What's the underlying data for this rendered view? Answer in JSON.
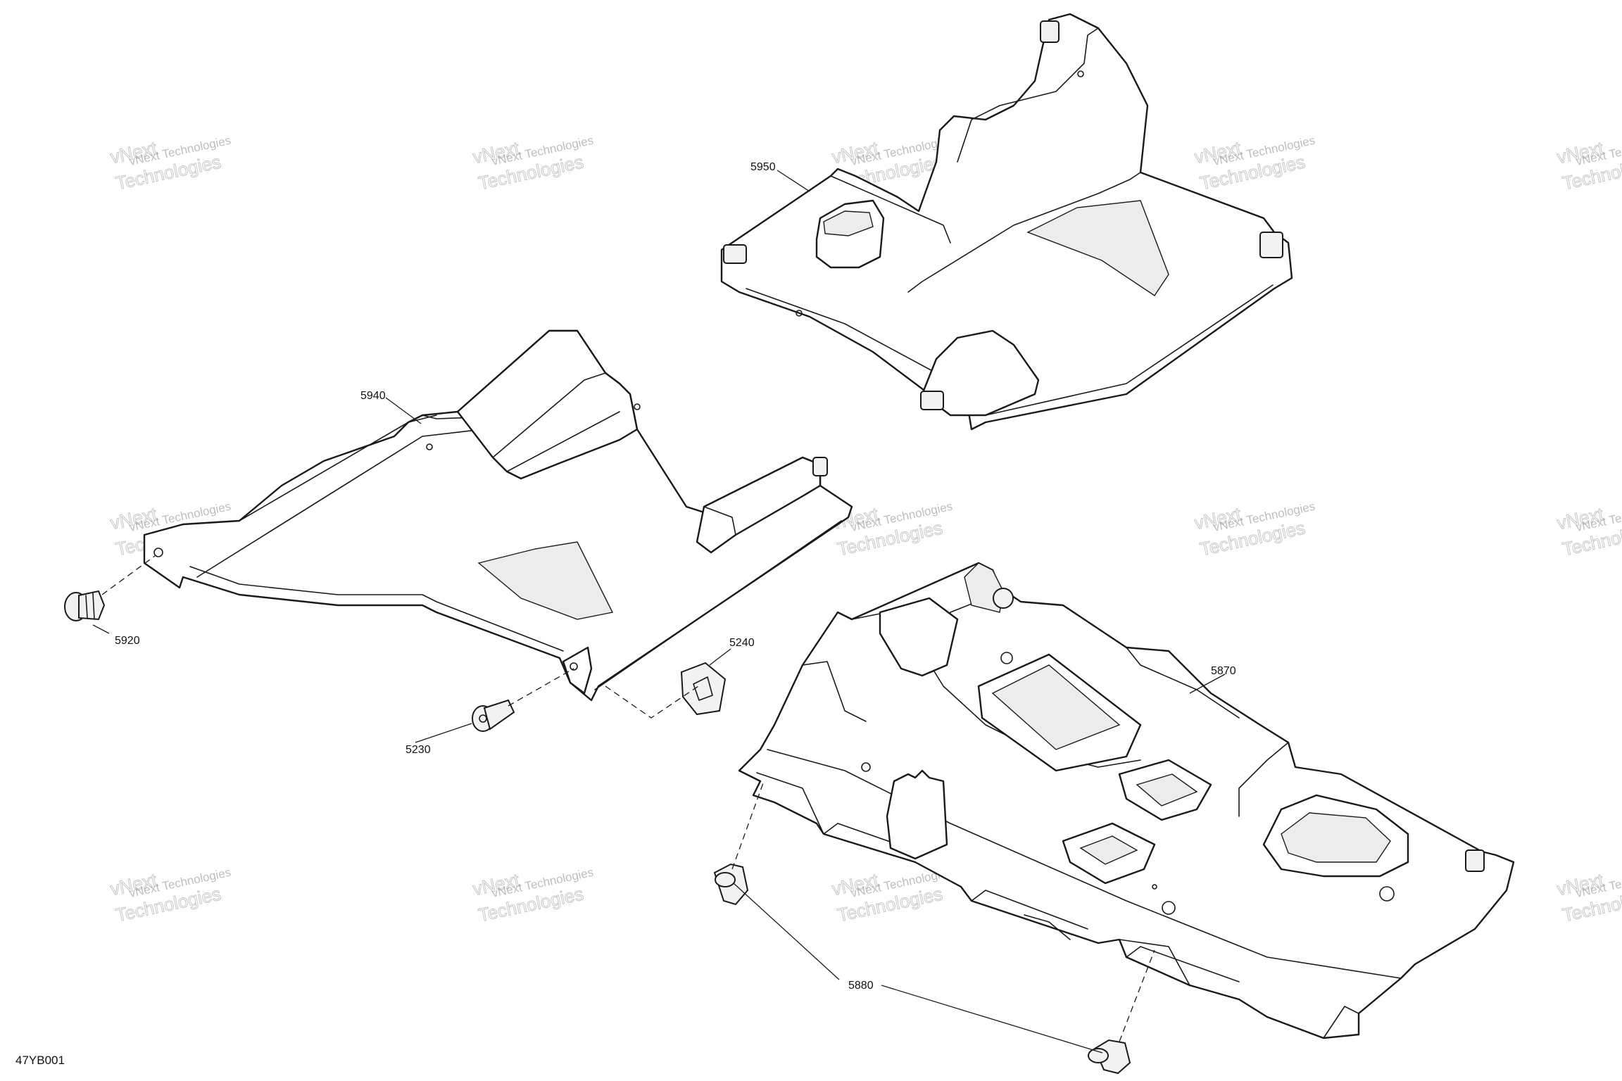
{
  "watermark": {
    "line1": "vNext Technologies",
    "line2": "vNext",
    "line3": "Technologies"
  },
  "callouts": {
    "c5950": "5950",
    "c5940": "5940",
    "c5920": "5920",
    "c5240": "5240",
    "c5230": "5230",
    "c5870": "5870",
    "c5880": "5880"
  },
  "drawing_code": "47YB001"
}
